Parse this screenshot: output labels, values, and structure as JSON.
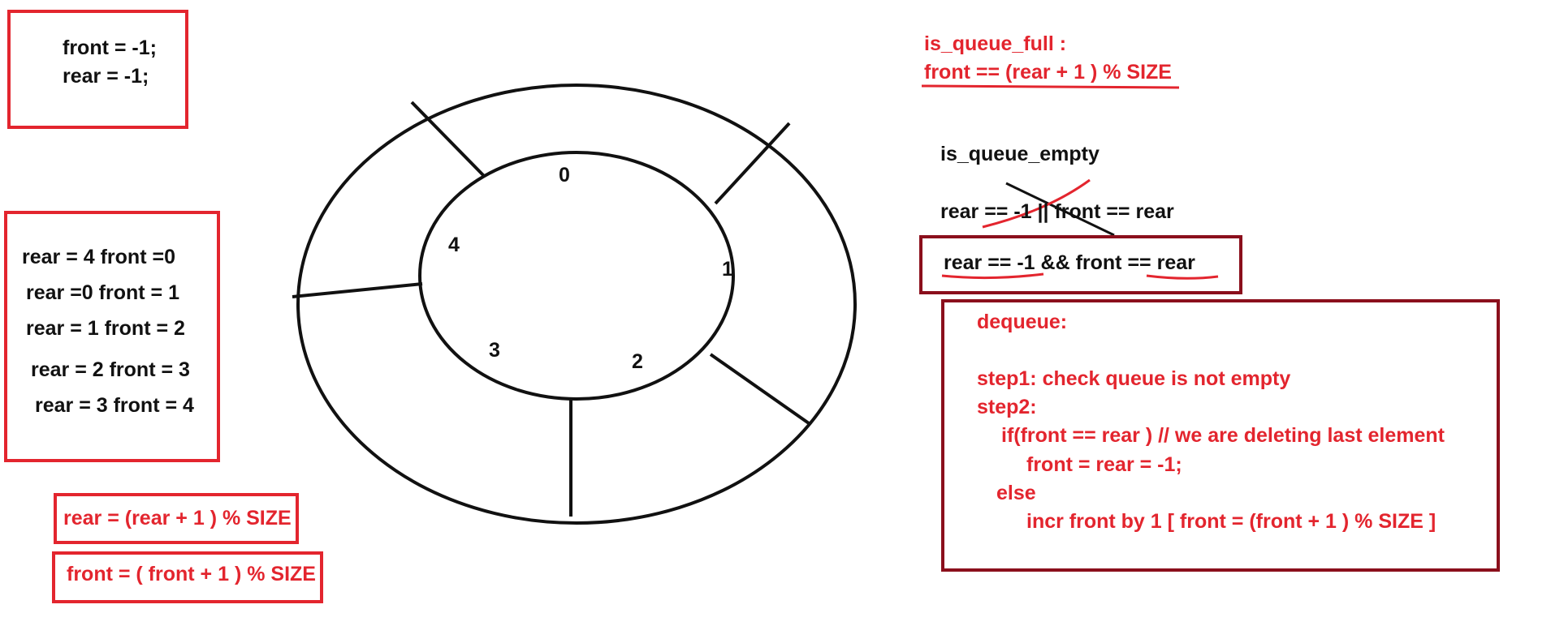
{
  "colors": {
    "red": "#e3252e",
    "dark_red": "#8b0f1c",
    "black": "#111111"
  },
  "init_box": {
    "line1": "front = -1;",
    "line2": "rear = -1;"
  },
  "trace_box": {
    "lines": [
      "rear = 4 front =0",
      "rear =0 front = 1",
      "rear = 1 front = 2",
      "rear = 2 front = 3",
      "rear = 3 front = 4"
    ]
  },
  "formulas": {
    "rear_update": "rear = (rear + 1 ) % SIZE",
    "front_update": "front = ( front + 1 ) % SIZE"
  },
  "ring": {
    "slots": [
      "0",
      "1",
      "2",
      "3",
      "4"
    ]
  },
  "full_check": {
    "label": "is_queue_full :",
    "condition": "front == (rear + 1 ) % SIZE"
  },
  "empty_check": {
    "label": "is_queue_empty",
    "struck_condition": "rear == -1 || front == rear",
    "condition": "rear == -1 && front == rear"
  },
  "dequeue": {
    "lines": [
      "dequeue:",
      "step1: check queue is not empty",
      "step2:",
      "if(front == rear ) // we are deleting last element",
      "front = rear = -1;",
      "else",
      "incr front by 1 [ front = (front + 1 ) % SIZE ]"
    ]
  }
}
